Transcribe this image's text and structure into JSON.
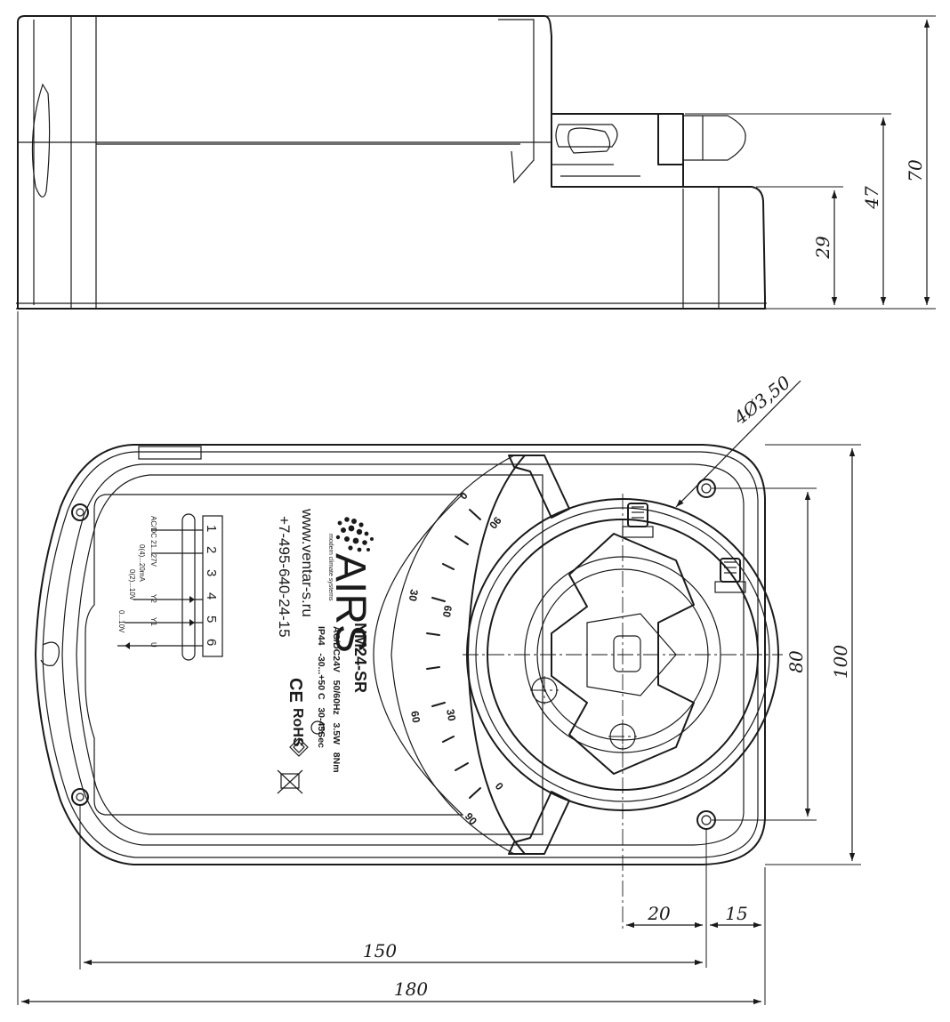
{
  "dimensions": {
    "h70": "70",
    "h47": "47",
    "h29": "29",
    "hole": "4Ø3,50",
    "w80": "80",
    "w100": "100",
    "d20": "20",
    "d15": "15",
    "l150": "150",
    "l180": "180"
  },
  "label": {
    "brand": "AIRS",
    "tagline": "modern climate systems",
    "model": "NM24-SR",
    "spec_row1": "AC/DC24V   50/60Hz   3.5W   8Nm",
    "spec_row2": "IP44   -30...+50 C   30-45Sec",
    "website": "www.ventar-s.ru",
    "phone": "+7-495-640-24-15",
    "ce": "CE",
    "rohs": "RoHS"
  },
  "terminals": {
    "numbers": [
      "1",
      "2",
      "3",
      "4",
      "5",
      "6"
    ],
    "supply": "AC/DC 21...27V",
    "sig1": "0(4)...20mA",
    "sig2": "0(2)...10V",
    "sig3": "0...10V",
    "pin_y2": "Y2",
    "pin_y1": "Y1",
    "pin_u": "U"
  },
  "scale": {
    "s0a": "0",
    "s90a": "90",
    "s30a": "30",
    "s60a": "60",
    "s30b": "30",
    "s60b": "60",
    "s0b": "0",
    "s90b": "90"
  }
}
